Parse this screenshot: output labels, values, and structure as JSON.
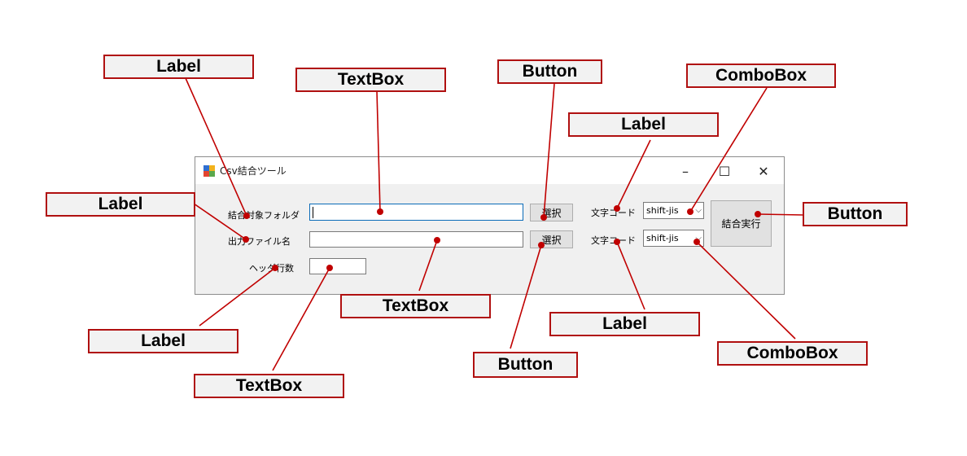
{
  "window": {
    "title": "Csv結合ツール",
    "minimize_glyph": "–",
    "maximize_glyph": "☐",
    "close_glyph": "✕"
  },
  "form": {
    "target_folder_label": "結合対象フォルダ",
    "output_file_label": "出力ファイル名",
    "header_rows_label": "ヘッダ行数",
    "target_folder_value": "",
    "output_file_value": "",
    "header_rows_value": "",
    "select_button_1": "選択",
    "select_button_2": "選択",
    "encoding_label_1": "文字コード",
    "encoding_label_2": "文字コード",
    "encoding_combo_1": "shift-jis",
    "encoding_combo_2": "shift-jis",
    "run_button": "結合実行"
  },
  "callouts": {
    "label_top": "Label",
    "textbox_top": "TextBox",
    "button_top": "Button",
    "label_encoding_top": "Label",
    "combobox_top": "ComboBox",
    "label_left": "Label",
    "button_right": "Button",
    "textbox_bottom_mid": "TextBox",
    "label_bottom_left": "Label",
    "label_bottom_right": "Label",
    "combobox_bottom": "ComboBox",
    "button_bottom": "Button",
    "textbox_bottom_left": "TextBox"
  },
  "colors": {
    "callout_border": "#b01010",
    "connector": "#c00000",
    "window_bg": "#f0f0f0"
  }
}
